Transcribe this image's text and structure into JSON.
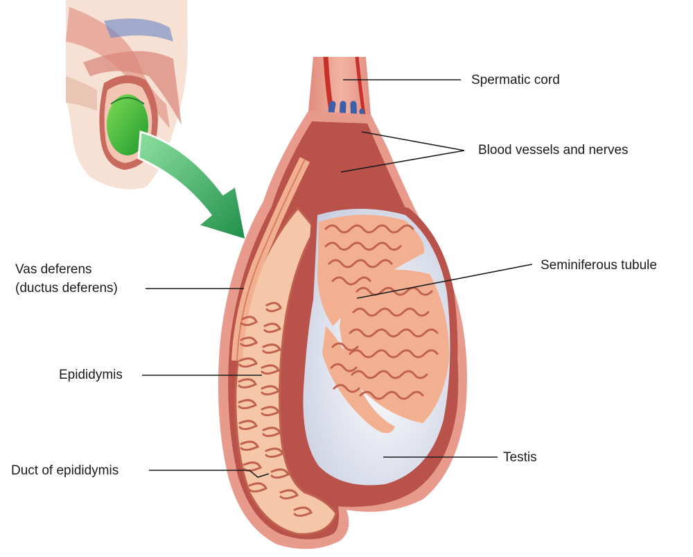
{
  "diagram": {
    "labels": {
      "spermatic_cord": "Spermatic cord",
      "blood_vessels": "Blood vessels and nerves",
      "seminiferous": "Seminiferous tubule",
      "vas_deferens_1": "Vas deferens",
      "vas_deferens_2": "(ductus deferens)",
      "epididymis": "Epididymis",
      "duct_epididymis": "Duct of epididymis",
      "testis": "Testis"
    },
    "colors": {
      "tunica": "#e89a8c",
      "tunica_dark": "#b8524a",
      "tissue": "#f5c7a8",
      "tubule": "#f2b090",
      "tubule_dark": "#c0614d",
      "testis_white": "#eef0f6",
      "vein": "#3d5fa8",
      "artery": "#c8302a",
      "arrow": "#36a860",
      "inset_green": "#3fbd3a"
    },
    "icons": {
      "inset": "pelvis-cross-section-icon",
      "arrow": "magnify-arrow-icon"
    }
  }
}
